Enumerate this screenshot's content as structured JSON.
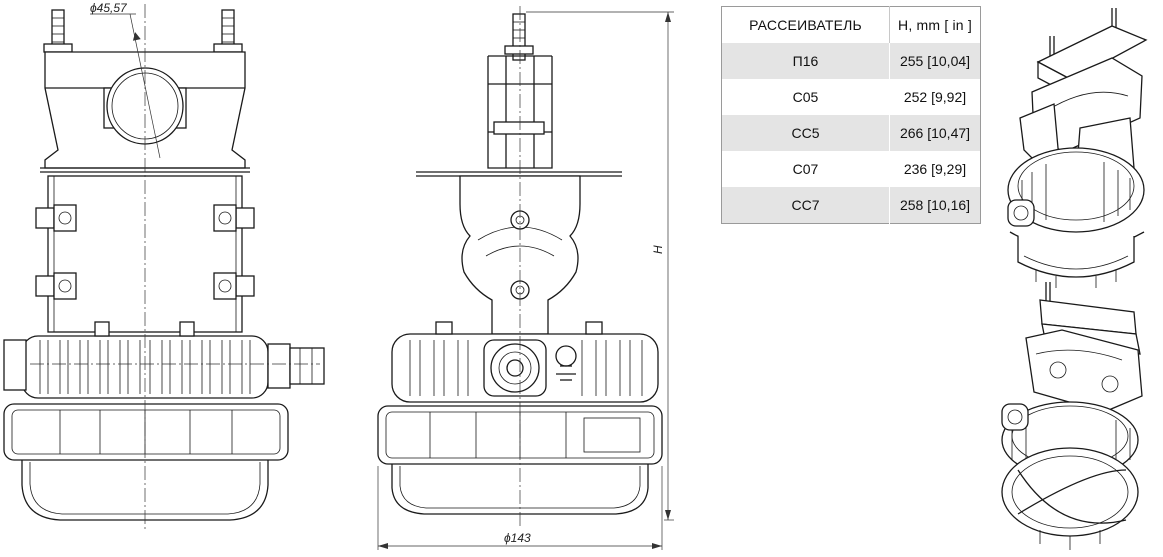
{
  "dimensions": {
    "bracket_diameter": "ϕ45,57",
    "body_diameter": "ϕ143",
    "height_symbol": "H"
  },
  "table": {
    "headers": [
      "РАССЕИВАТЕЛЬ",
      "H, mm [ in ]"
    ],
    "rows": [
      {
        "diffuser": "П16",
        "height": "255 [10,04]"
      },
      {
        "diffuser": "С05",
        "height": "252 [9,92]"
      },
      {
        "diffuser": "СС5",
        "height": "266 [10,47]"
      },
      {
        "diffuser": "С07",
        "height": "236 [9,29]"
      },
      {
        "diffuser": "СС7",
        "height": "258 [10,16]"
      }
    ]
  },
  "colors": {
    "line": "#1a1a1a",
    "table_stripe": "#e4e4e4",
    "table_border": "#9a9a9a"
  }
}
